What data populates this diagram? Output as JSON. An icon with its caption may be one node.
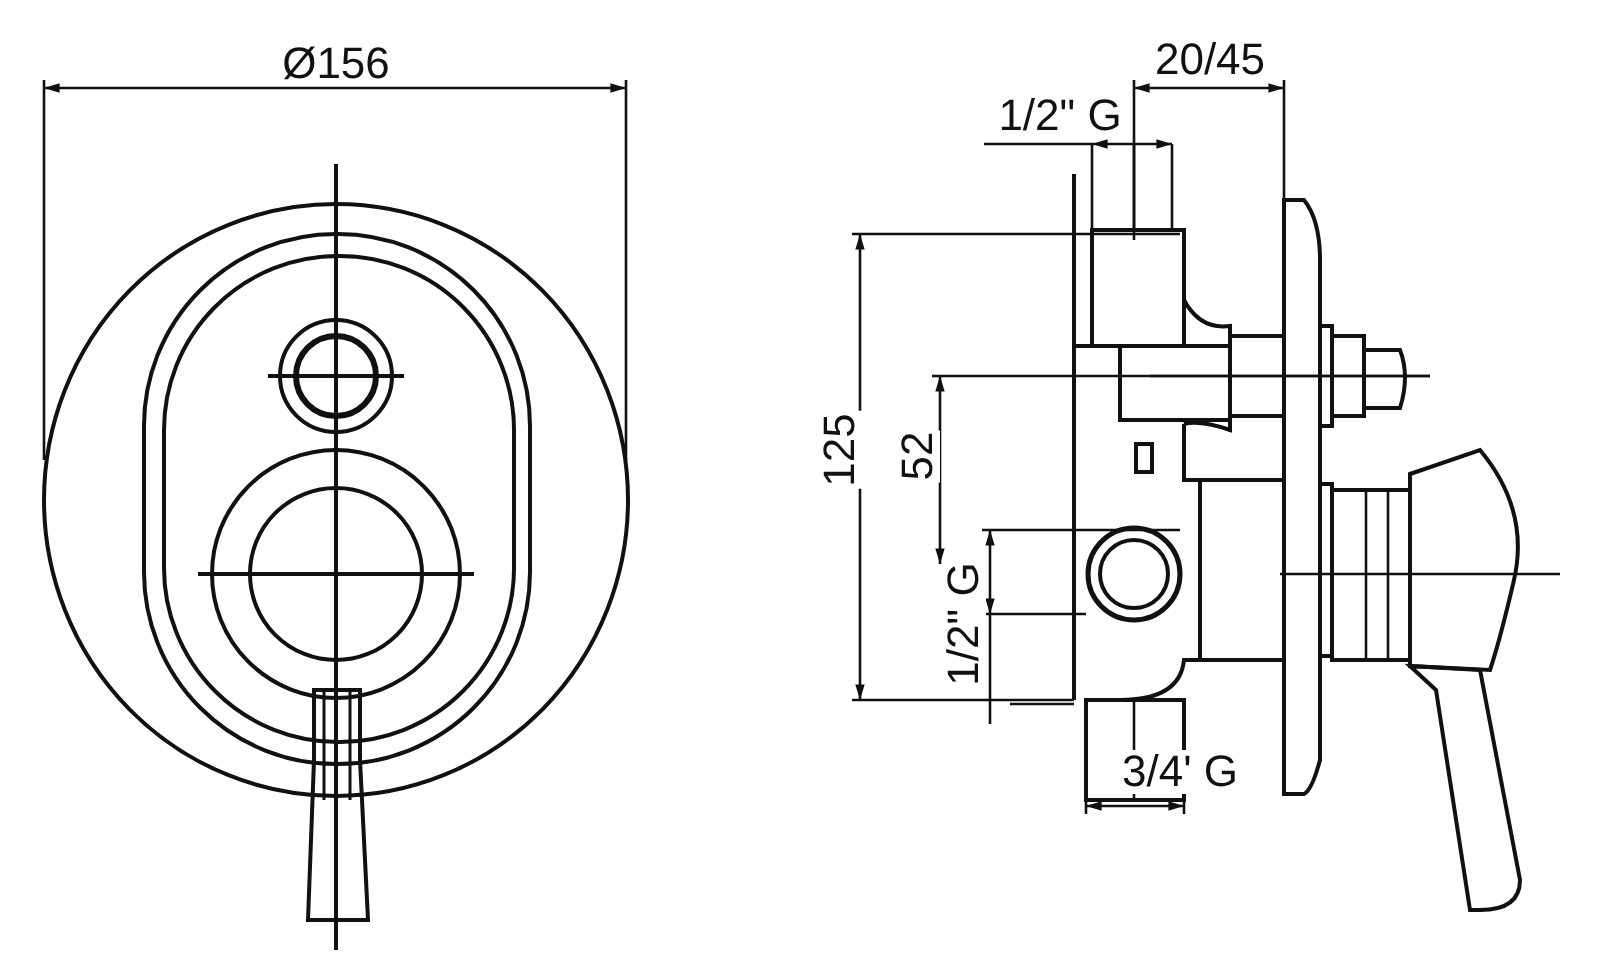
{
  "diagram": {
    "labels": [
      "Ø156",
      "20/45",
      "1/2\" G",
      "125",
      "52",
      "1/2\" G",
      "3/4' G"
    ]
  }
}
